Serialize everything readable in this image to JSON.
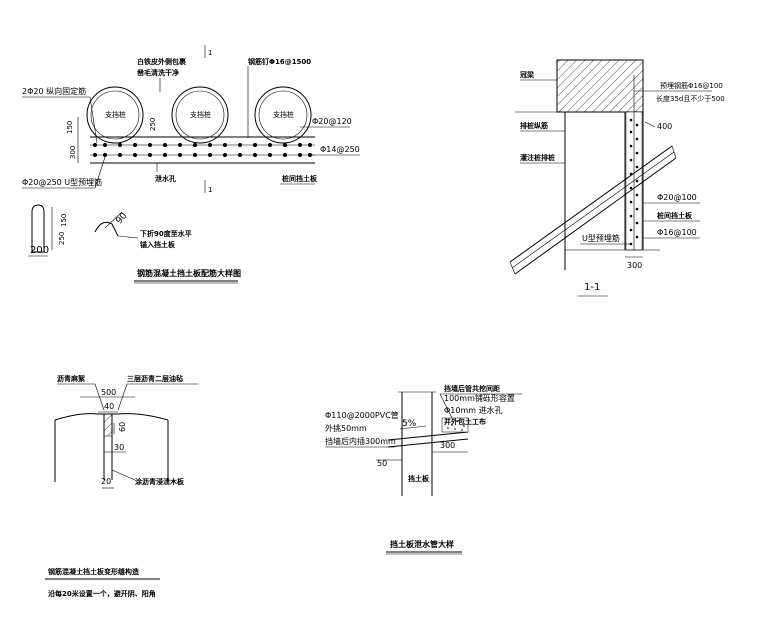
{
  "colors": {
    "ink": "#000000",
    "paper": "#ffffff"
  },
  "d1": {
    "label_plastic": "白铁皮外侧包裹",
    "label_clean": "凿毛清洗干净",
    "label_nail": "钢筋钉Φ16@1500",
    "label_long": "2Φ20 纵向固定筋",
    "pile_label": "支挡桩",
    "dim_150": "150",
    "dim_250": "250",
    "dim_300": "300",
    "label_20_120": "Φ20@120",
    "label_14_250": "Φ14@250",
    "label_u": "Φ20@250 U型预埋筋",
    "label_drain": "泄水孔",
    "label_plate": "桩间挡土板",
    "sec_mark": "1",
    "sm_150": "150",
    "sm_250": "250",
    "sm_200": "200",
    "sm_90": "90",
    "label_bend1": "下折90度至水平",
    "label_bend2": "锚入挡土板",
    "title": "钢筋混凝土挡土板配筋大样图"
  },
  "d2": {
    "label_beam": "冠梁",
    "label_embed1": "预埋钢筋Φ16@100",
    "label_embed2": "长度35d且不少于500",
    "dim_400": "400",
    "label_pile_rebar": "排桩纵筋",
    "label_grout": "灌注桩排桩",
    "label_20_100": "Φ20@100",
    "label_plate": "桩间挡土板",
    "label_u": "U型预埋筋",
    "label_16_100": "Φ16@100",
    "dim_300": "300",
    "title": "1-1"
  },
  "d3": {
    "label_asphalt": "沥青麻絮",
    "label_felt": "三层沥青二层油毡",
    "dim_500": "500",
    "dim_40": "40",
    "dim_60": "60",
    "dim_30": "30",
    "dim_20": "20",
    "label_board": "涂沥青浸渍木板",
    "title": "钢筋混凝土挡土板变形缝构造",
    "note": "沿每20米设置一个，避开阴、阳角"
  },
  "d4": {
    "label_fill1": "挡墙后管共挖间距",
    "label_fill2": "100mm铺砾形容置",
    "label_pvc": "Φ110@2000PVC管",
    "label_out": "外挑50mm",
    "label_in": "挡墙后内插300mm",
    "label_slope": "5%",
    "label_hole1": "Φ10mm 进水孔",
    "label_hole2": "并外包土工布",
    "dim_300": "300",
    "dim_50": "50",
    "label_plate": "挡土板",
    "title": "挡土板泄水管大样"
  }
}
